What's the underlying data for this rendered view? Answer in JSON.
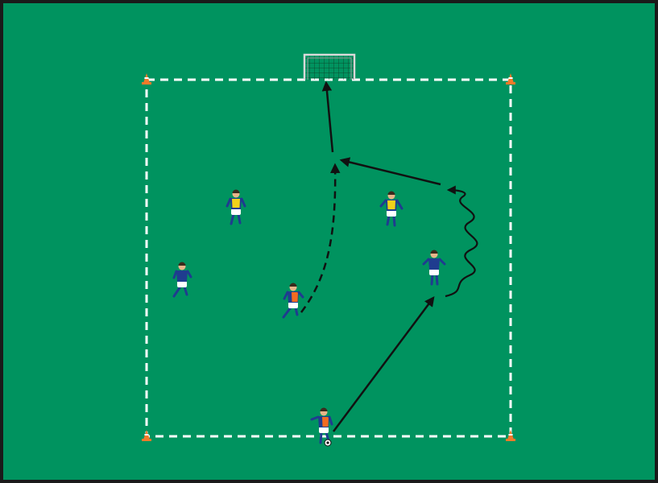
{
  "diagram": {
    "kind": "soccer-drill",
    "colors": {
      "frame": "#1a1a1a",
      "pitch": "#00935f",
      "boundary": "#ffffff",
      "arrow": "#111111",
      "cone": "#f07a2a",
      "team_blue": "#1f3c8f",
      "team_orange": "#f26b21",
      "bib_yellow": "#f1d21a",
      "shorts": "#ffffff",
      "socks": "#1f3c8f",
      "skin": "#e8b58a",
      "hair": "#3a2a1c",
      "goal_net": "#1b5e3c"
    },
    "cone_count": 4,
    "players": [
      {
        "id": "blue-1",
        "kit": "blue",
        "bib": "yellow"
      },
      {
        "id": "blue-2",
        "kit": "blue",
        "bib": "none"
      },
      {
        "id": "orange-1",
        "kit": "orange",
        "bib": "none"
      },
      {
        "id": "yellow-1",
        "kit": "blue",
        "bib": "yellow"
      },
      {
        "id": "blue-3",
        "kit": "blue",
        "bib": "none"
      },
      {
        "id": "orange-2",
        "kit": "orange",
        "bib": "none",
        "has_ball": true
      }
    ],
    "movements": [
      {
        "id": "pass-to-right",
        "style": "solid"
      },
      {
        "id": "dribble-up",
        "style": "wavy"
      },
      {
        "id": "cross-pass",
        "style": "solid"
      },
      {
        "id": "run-dashed",
        "style": "dashed"
      },
      {
        "id": "shot-on-goal",
        "style": "solid"
      }
    ]
  }
}
